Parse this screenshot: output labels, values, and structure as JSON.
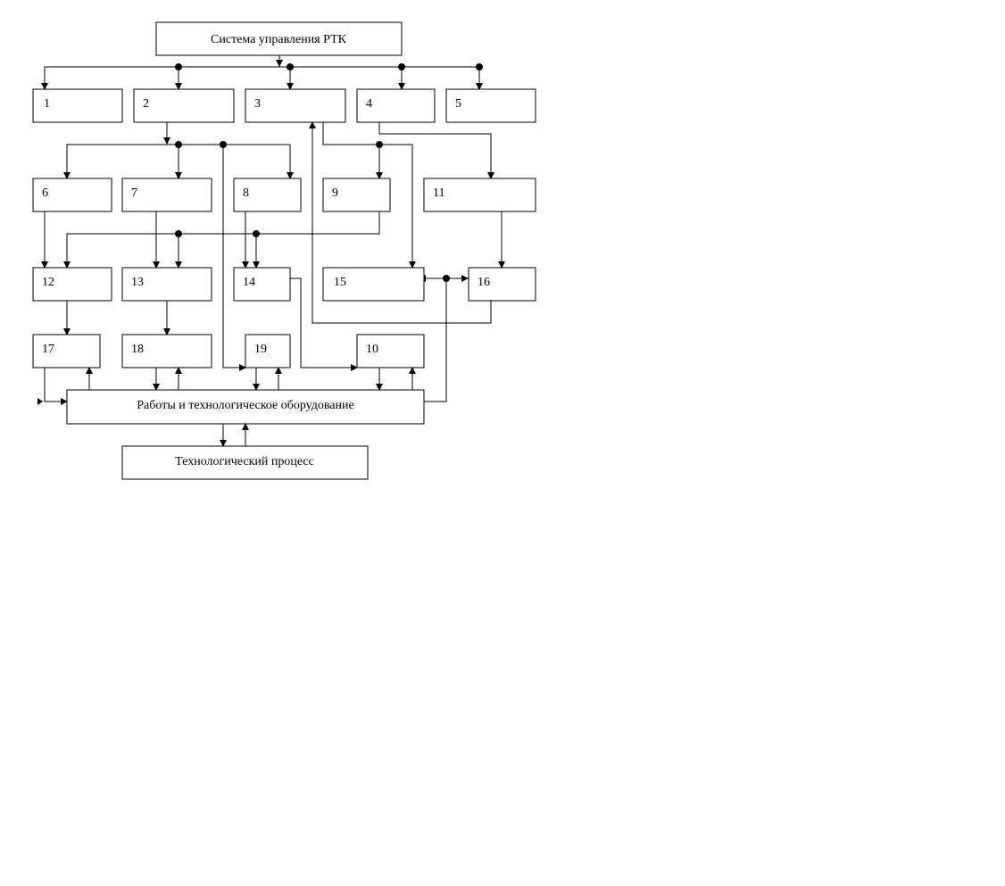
{
  "diagram": {
    "top": "Система управления РТК",
    "equipment": "Работы и технологическое оборудование",
    "process": "Технологический процесс",
    "blocks": {
      "b1": "1",
      "b2": "2",
      "b3": "3",
      "b4": "4",
      "b5": "5",
      "b6": "6",
      "b7": "7",
      "b8": "8",
      "b9": "9",
      "b11": "11",
      "b12": "12",
      "b13": "13",
      "b14": "14",
      "b15": "15",
      "b16": "16",
      "b17": "17",
      "b18": "18",
      "b19": "19",
      "b10": "10"
    }
  }
}
